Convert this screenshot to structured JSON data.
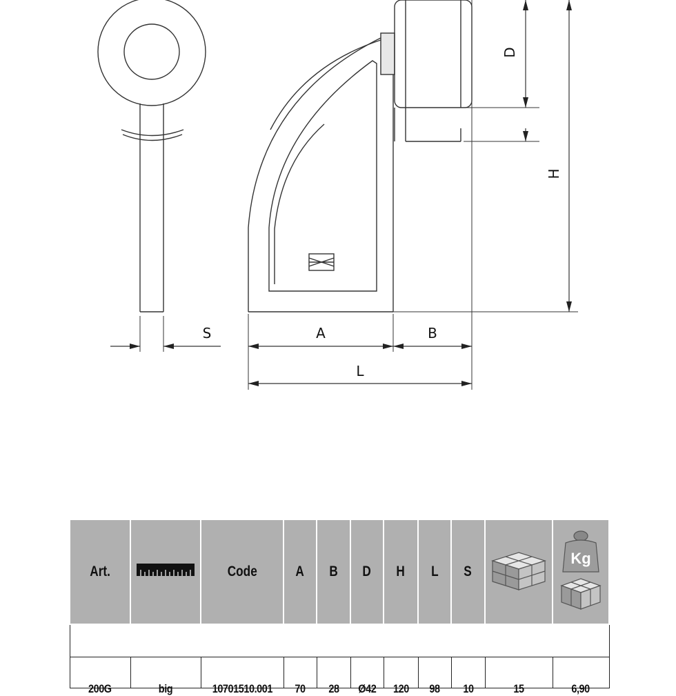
{
  "dimension_labels": {
    "s": "S",
    "a": "A",
    "b": "B",
    "l": "L",
    "d": "D",
    "h": "H"
  },
  "table": {
    "headers": {
      "art": "Art.",
      "code": "Code",
      "a": "A",
      "b": "B",
      "d": "D",
      "h": "H",
      "l": "L",
      "s": "S",
      "kg": "Kg"
    },
    "header_icons": [
      "ruler-icon",
      "packaging-boxes-icon",
      "weight-kg-icon"
    ],
    "row": {
      "art": "200G",
      "size": "big",
      "code": "10701510.001",
      "a": "70",
      "b": "28",
      "d": "Ø42",
      "h": "120",
      "l": "98",
      "s": "10",
      "pack": "15",
      "kg": "6,90"
    }
  }
}
